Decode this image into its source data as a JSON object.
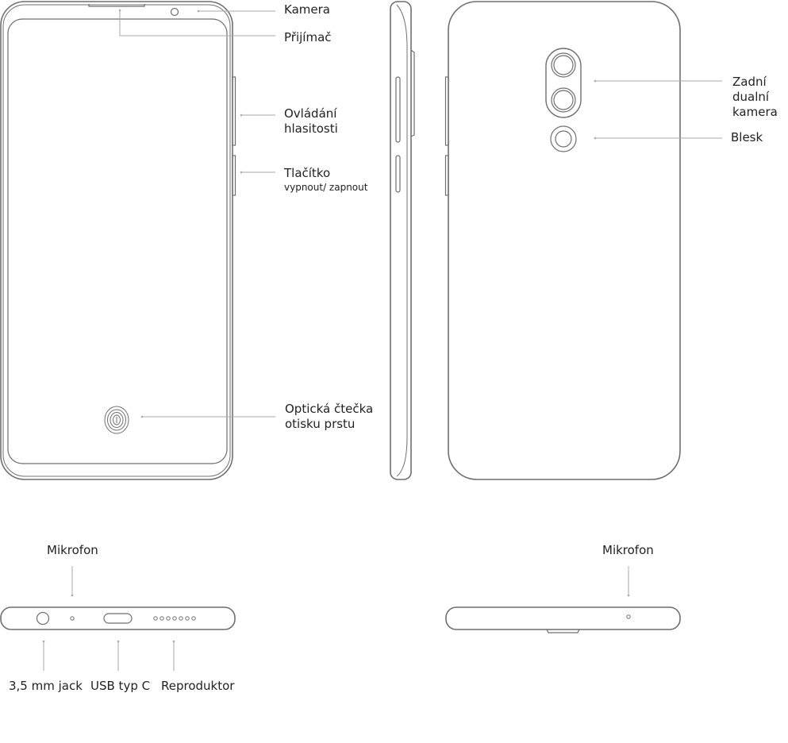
{
  "labels": {
    "camera": "Kamera",
    "receiver": "Přijímač",
    "volume_line1": "Ovládání",
    "volume_line2": "hlasitosti",
    "power_line1": "Tlačítko",
    "power_line2": "vypnout/ zapnout",
    "fingerprint_line1": "Optická čtečka",
    "fingerprint_line2": "otisku prstu",
    "rear_camera_line1": "Zadní",
    "rear_camera_line2": "dualní",
    "rear_camera_line3": "kamera",
    "flash": "Blesk",
    "mic_bottom": "Mikrofon",
    "mic_top": "Mikrofon",
    "jack": "3,5 mm jack",
    "usb": "USB typ C",
    "speaker": "Reproduktor"
  },
  "colors": {
    "outline": "#6f6f6f",
    "leader_line": "#aaaaaa",
    "text": "#222222"
  }
}
